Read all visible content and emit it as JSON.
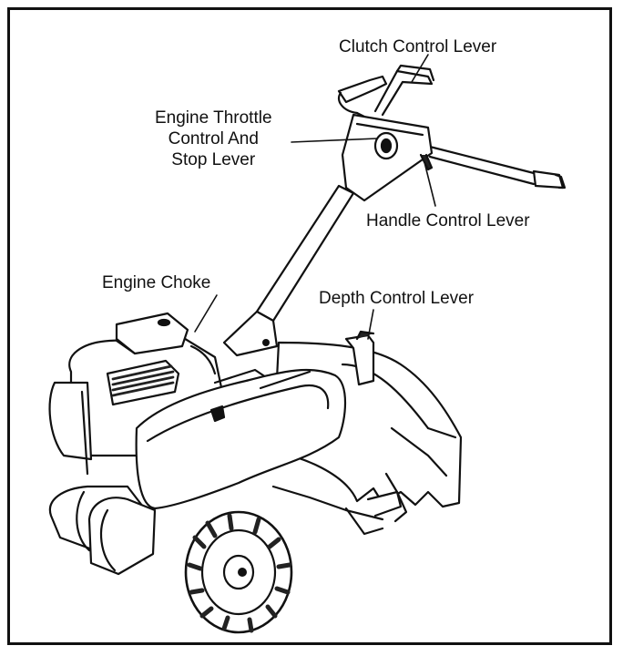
{
  "labels": {
    "clutch": "Clutch Control Lever",
    "throttle_line1": "Engine Throttle",
    "throttle_line2": "Control And",
    "throttle_line3": "Stop Lever",
    "handle": "Handle Control Lever",
    "choke": "Engine Choke",
    "depth": "Depth Control Lever"
  },
  "colors": {
    "ink": "#111111",
    "paper": "#ffffff",
    "shade": "#222222"
  }
}
